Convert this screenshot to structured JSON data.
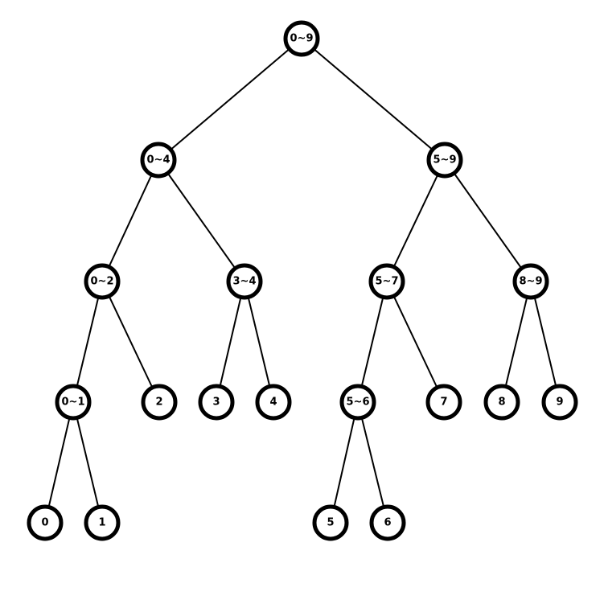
{
  "diagram": {
    "type": "segment-tree",
    "root": "0~9",
    "nodes": [
      {
        "id": "0~9",
        "label": "0~9"
      },
      {
        "id": "0~4",
        "label": "0~4"
      },
      {
        "id": "5~9",
        "label": "5~9"
      },
      {
        "id": "0~2",
        "label": "0~2"
      },
      {
        "id": "3~4",
        "label": "3~4"
      },
      {
        "id": "5~7",
        "label": "5~7"
      },
      {
        "id": "8~9",
        "label": "8~9"
      },
      {
        "id": "0~1",
        "label": "0~1"
      },
      {
        "id": "2",
        "label": "2"
      },
      {
        "id": "3",
        "label": "3"
      },
      {
        "id": "4",
        "label": "4"
      },
      {
        "id": "5~6",
        "label": "5~6"
      },
      {
        "id": "7",
        "label": "7"
      },
      {
        "id": "8",
        "label": "8"
      },
      {
        "id": "9",
        "label": "9"
      },
      {
        "id": "0",
        "label": "0"
      },
      {
        "id": "1",
        "label": "1"
      },
      {
        "id": "5",
        "label": "5"
      },
      {
        "id": "6",
        "label": "6"
      }
    ],
    "edges": [
      [
        "0~9",
        "0~4"
      ],
      [
        "0~9",
        "5~9"
      ],
      [
        "0~4",
        "0~2"
      ],
      [
        "0~4",
        "3~4"
      ],
      [
        "5~9",
        "5~7"
      ],
      [
        "5~9",
        "8~9"
      ],
      [
        "0~2",
        "0~1"
      ],
      [
        "0~2",
        "2"
      ],
      [
        "3~4",
        "3"
      ],
      [
        "3~4",
        "4"
      ],
      [
        "5~7",
        "5~6"
      ],
      [
        "5~7",
        "7"
      ],
      [
        "8~9",
        "8"
      ],
      [
        "8~9",
        "9"
      ],
      [
        "0~1",
        "0"
      ],
      [
        "0~1",
        "1"
      ],
      [
        "5~6",
        "5"
      ],
      [
        "5~6",
        "6"
      ]
    ],
    "colors": {
      "node_stroke": "#000000",
      "node_fill": "#ffffff",
      "edge": "#000000",
      "text": "#000000"
    }
  }
}
